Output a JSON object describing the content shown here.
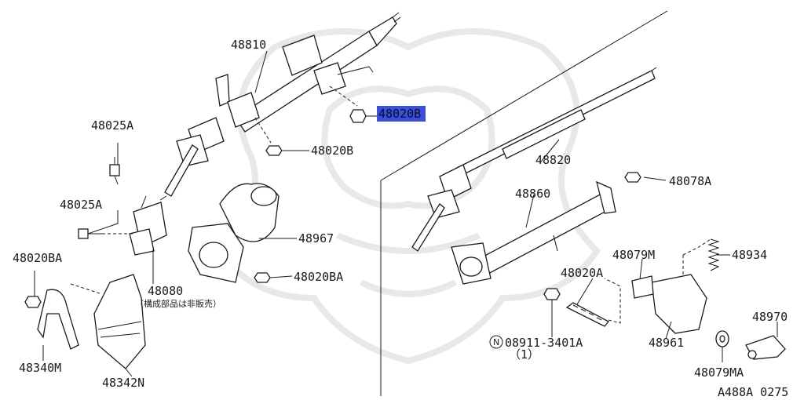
{
  "parts": {
    "p48810": "48810",
    "p48020B_highlighted": "48020B",
    "p48020B": "48020B",
    "p48025A_top": "48025A",
    "p48025A_mid": "48025A",
    "p48967": "48967",
    "p48020BA_left": "48020BA",
    "p48020BA_right": "48020BA",
    "p48080": "48080",
    "p48080_note": "（構成部品は非販売）",
    "p48340M": "48340M",
    "p48342N": "48342N",
    "p48820": "48820",
    "p48860": "48860",
    "p48078A": "48078A",
    "p48079M": "48079M",
    "p48934": "48934",
    "p48020A": "48020A",
    "p08911": "08911-3401A",
    "p08911_qty": "（1）",
    "p08911_prefix": "N",
    "p48961": "48961",
    "p48970": "48970",
    "p48079MA": "48079MA"
  },
  "diagram_code": "A488A 0275",
  "highlight_color": "#3b4fd8"
}
